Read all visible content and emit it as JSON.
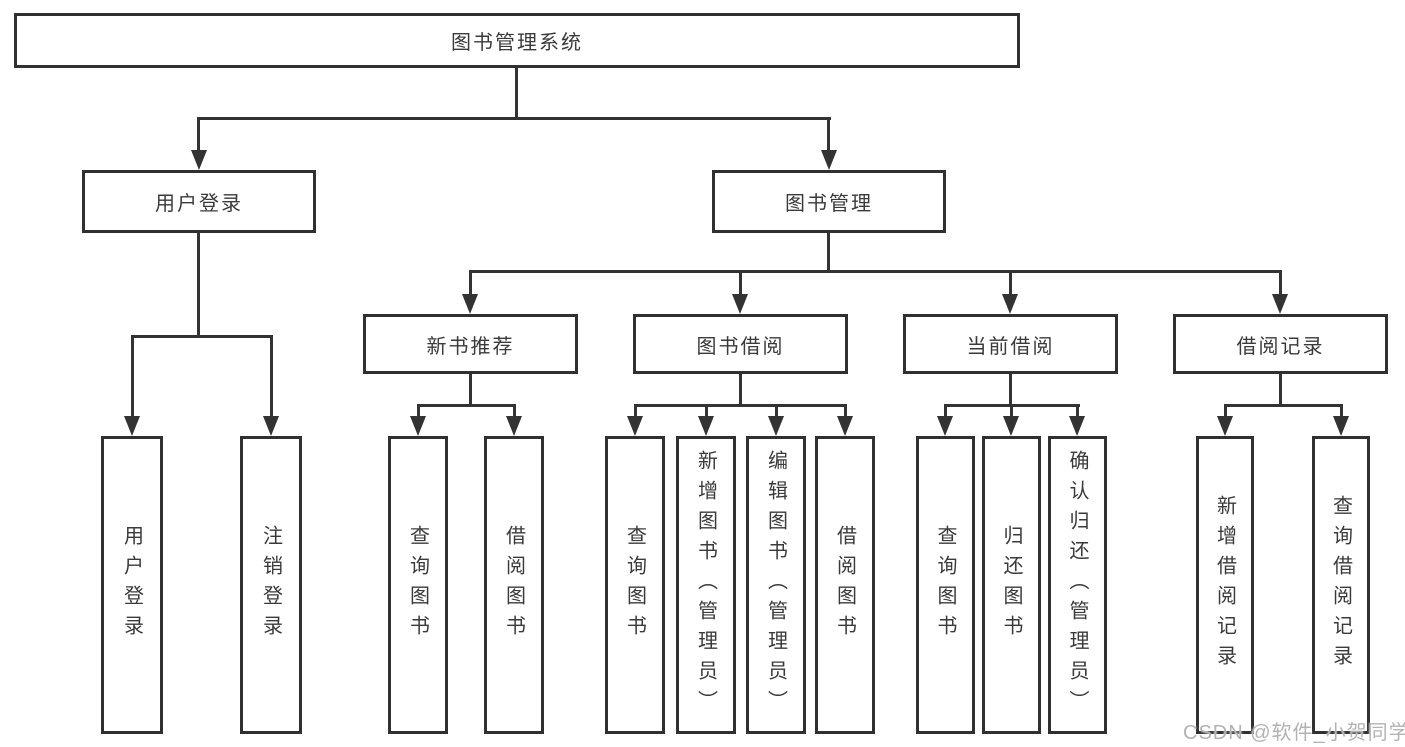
{
  "diagram": {
    "root": {
      "label": "图书管理系统"
    },
    "branches": [
      {
        "label": "用户登录",
        "children": [
          {
            "label": "用户登录"
          },
          {
            "label": "注销登录"
          }
        ]
      },
      {
        "label": "图书管理",
        "children": [
          {
            "label": "新书推荐",
            "children": [
              {
                "label": "查询图书"
              },
              {
                "label": "借阅图书"
              }
            ]
          },
          {
            "label": "图书借阅",
            "children": [
              {
                "label": "查询图书"
              },
              {
                "label": "新增图书（管理员）"
              },
              {
                "label": "编辑图书（管理员）"
              },
              {
                "label": "借阅图书"
              }
            ]
          },
          {
            "label": "当前借阅",
            "children": [
              {
                "label": "查询图书"
              },
              {
                "label": "归还图书"
              },
              {
                "label": "确认归还（管理员）"
              }
            ]
          },
          {
            "label": "借阅记录",
            "children": [
              {
                "label": "新增借阅记录"
              },
              {
                "label": "查询借阅记录"
              }
            ]
          }
        ]
      }
    ]
  },
  "watermark": {
    "text": "CSDN @软件_小贺同学"
  },
  "colors": {
    "line": "#333333",
    "border": "#303030",
    "text": "#3a3a3a",
    "watermark": "#b3b3b3",
    "background": "#ffffff"
  }
}
